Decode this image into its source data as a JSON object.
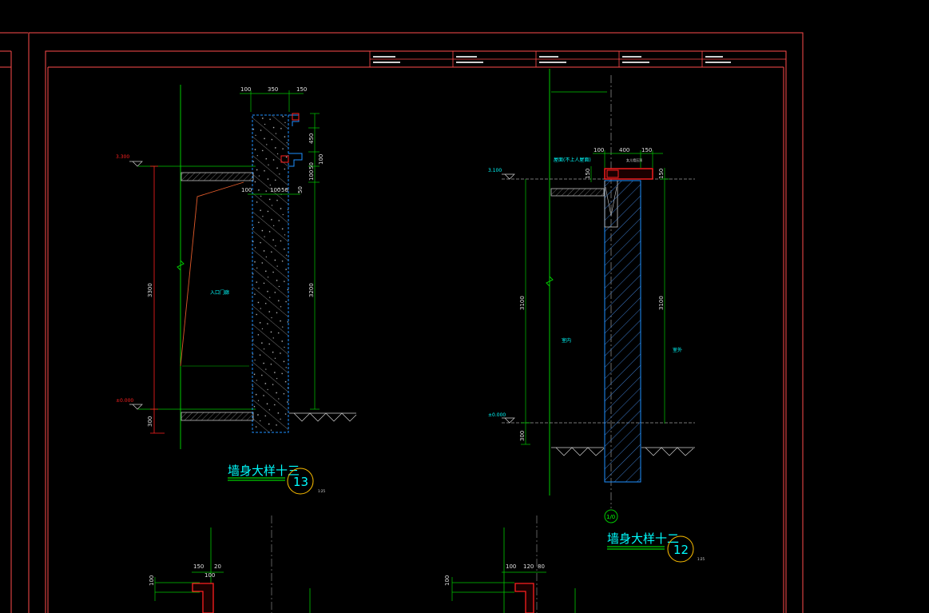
{
  "drawing": {
    "title_block_cells": [
      "",
      "",
      "",
      "",
      ""
    ],
    "detail_13": {
      "title": "墙身大样十三",
      "number": "13",
      "scale": "1:25",
      "dims_top": [
        "100",
        "350",
        "150"
      ],
      "dims_side": [
        "450",
        "100",
        "50",
        "100",
        "50"
      ],
      "dim_mid": [
        "100",
        "100",
        "50"
      ],
      "height_left": "3300",
      "height_right": "3200",
      "height_bottom": "300",
      "level_top": "3.300",
      "level_bottom": "±0.000",
      "room_label": "入口门廊"
    },
    "detail_12": {
      "title": "墙身大样十二",
      "number": "12",
      "scale": "1:25",
      "axis": "1/0",
      "dims_top": [
        "100",
        "400",
        "150"
      ],
      "dim_side": "150",
      "roof_label": "屋面(不上人屋面)",
      "parapet_label": "女儿墙压顶",
      "height_left": "3100",
      "height_right": "3100",
      "height_bottom": "300",
      "level_top": "3.100",
      "level_bottom": "±0.000",
      "room_label_left": "室内",
      "room_label_right": "室外"
    },
    "detail_bottom_left": {
      "dims_top": [
        "150",
        "100",
        "20"
      ],
      "dim_side": "100"
    },
    "detail_bottom_right": {
      "dims_top": [
        "100",
        "120",
        "80"
      ],
      "dim_side": "100"
    }
  }
}
